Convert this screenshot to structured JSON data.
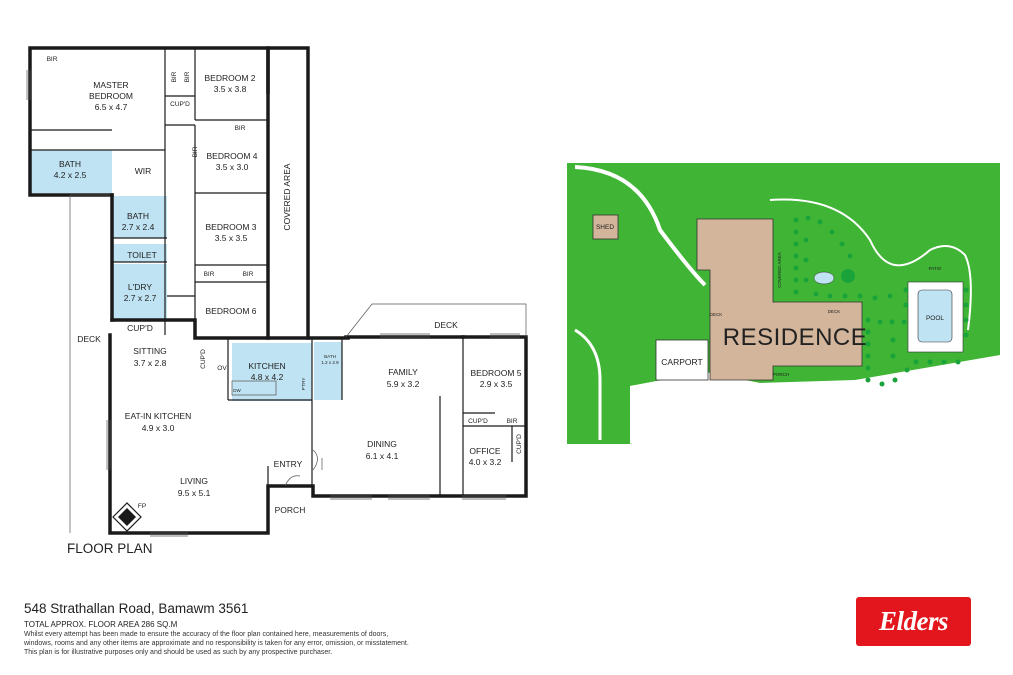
{
  "floorplan": {
    "title": "FLOOR PLAN",
    "rooms": {
      "bir_master": "BIR",
      "master_name1": "MASTER",
      "master_name2": "BEDROOM",
      "master_dim": "6.5 x 4.7",
      "bir_a": "BIR",
      "bir_b": "BIR",
      "cupd_top": "CUP'D",
      "bed2_name": "BEDROOM 2",
      "bed2_dim": "3.5 x 3.8",
      "bir_bed4_top": "BIR",
      "bir_bed4_side": "BIR",
      "bed4_name": "BEDROOM 4",
      "bed4_dim": "3.5 x 3.0",
      "bath_main_name": "BATH",
      "bath_main_dim": "4.2 x 2.5",
      "wir": "WIR",
      "bath2_name": "BATH",
      "bath2_dim": "2.7 x 2.4",
      "toilet": "TOILET",
      "ldry_name": "L'DRY",
      "ldry_dim": "2.7 x 2.7",
      "bed3_name": "BEDROOM 3",
      "bed3_dim": "3.5 x 3.5",
      "bir_c": "BIR",
      "bir_d": "BIR",
      "bed6_name": "BEDROOM 6",
      "covered_area": "COVERED AREA",
      "cupd_sitting": "CUP'D",
      "deck_left": "DECK",
      "sitting_name": "SITTING",
      "sitting_dim": "3.7 x 2.8",
      "cupd_kitchen": "CUP'D",
      "ov": "OV",
      "kitchen_name": "KITCHEN",
      "kitchen_dim": "4.8 x 4.2",
      "dw": "DW",
      "ptry": "P'TRY",
      "bath3_name": "BATH",
      "bath3_dim": "1.2 x 2.9",
      "eatin_name": "EAT-IN KITCHEN",
      "eatin_dim": "4.9 x 3.0",
      "deck_right": "DECK",
      "family_name": "FAMILY",
      "family_dim": "5.9 x 3.2",
      "bed5_name": "BEDROOM 5",
      "bed5_dim": "2.9 x 3.5",
      "cupd_bed5": "CUP'D",
      "bir_bed5": "BIR",
      "cupd_office": "CUP'D",
      "dining_name": "DINING",
      "dining_dim": "6.1 x 4.1",
      "office_name": "OFFICE",
      "office_dim": "4.0 x 3.2",
      "entry": "ENTRY",
      "living_name": "LIVING",
      "living_dim": "9.5 x 5.1",
      "fp": "FP",
      "porch": "PORCH"
    }
  },
  "siteplan": {
    "shed": "SHED",
    "carport": "CARPORT",
    "residence": "RESIDENCE",
    "pool": "POOL",
    "patio": "PATIO",
    "deck_top": "DECK",
    "deck_bottom": "DECK",
    "covered_area": "COVERED AREA",
    "porch": "PORCH",
    "colors": {
      "lawn": "#3fb435",
      "house": "#d2b59a",
      "dots": "#1aa33a",
      "pool": "#bfe3f2"
    }
  },
  "footer": {
    "address": "548 Strathallan Road, Bamawm 3561",
    "area": "TOTAL APPROX. FLOOR AREA 286 SQ.M",
    "disclaimer_1": "Whilst every attempt has been made to ensure the accuracy of the floor plan contained here, measurements of doors,",
    "disclaimer_2": "windows, rooms and any other items are approximate and no responsibility is taken for any error, omission, or misstatement.",
    "disclaimer_3": "This plan is for illustrative purposes only and should be used as such by any prospective purchaser."
  },
  "logo": {
    "text": "Elders",
    "color": "#e3161d"
  }
}
